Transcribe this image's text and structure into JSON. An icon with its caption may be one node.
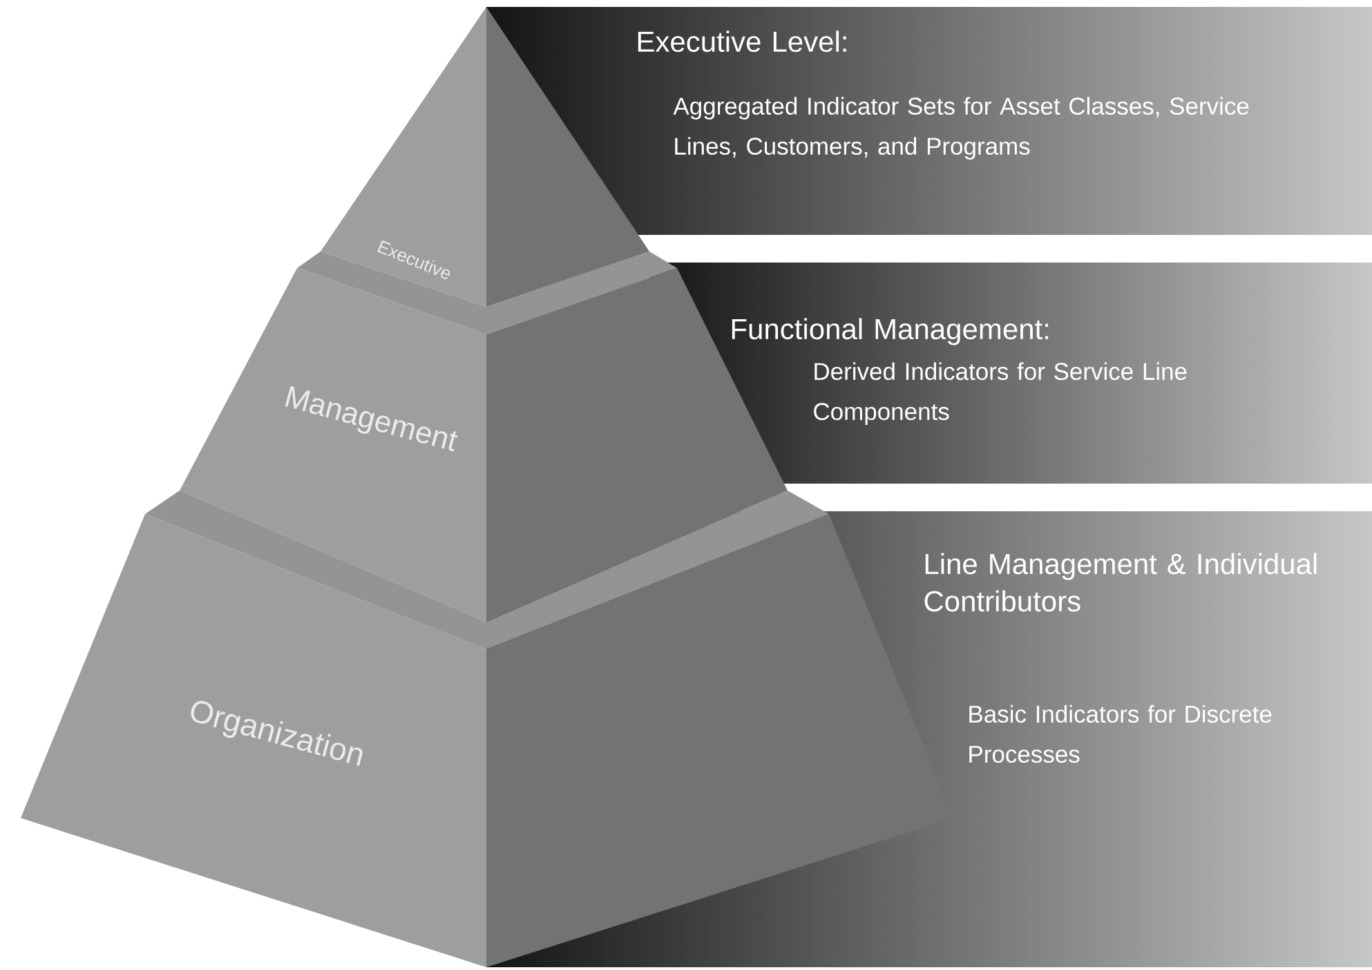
{
  "diagram": {
    "nodes": [
      {
        "text": [
          "Executive"
        ]
      },
      {
        "text": [
          "Management"
        ]
      },
      {
        "text": [
          "Organization"
        ]
      },
      {
        "text": [
          "Executive Level:",
          "Aggregated Indicator Sets for Asset Classes, Service Lines, Customers, and Programs"
        ]
      },
      {
        "text": [
          "Functional Management:",
          "Derived Indicators for Service Line Components"
        ]
      },
      {
        "text": [
          "Line Management & Individual Contributors",
          "Basic Indicators for Discrete Processes"
        ]
      }
    ]
  }
}
